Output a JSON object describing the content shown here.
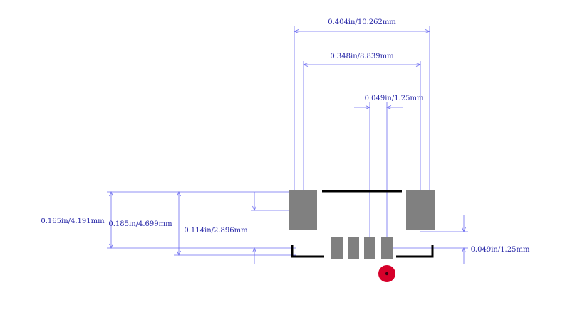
{
  "dimensions": {
    "overall_width": "0.404in/10.262mm",
    "inner_width": "0.348in/8.839mm",
    "pin_pitch": "0.049in/1.25mm",
    "overall_height": "0.165in/4.191mm",
    "body_height": "0.185in/4.699mm",
    "pad_span": "0.114in/2.896mm",
    "pin_length": "0.049in/1.25mm"
  },
  "colors": {
    "dimension": "#6b6bf0",
    "dimension_text": "#2a2aa8",
    "pad": "#808080",
    "silkscreen": "#000000",
    "pin1_marker": "#d6002a"
  }
}
